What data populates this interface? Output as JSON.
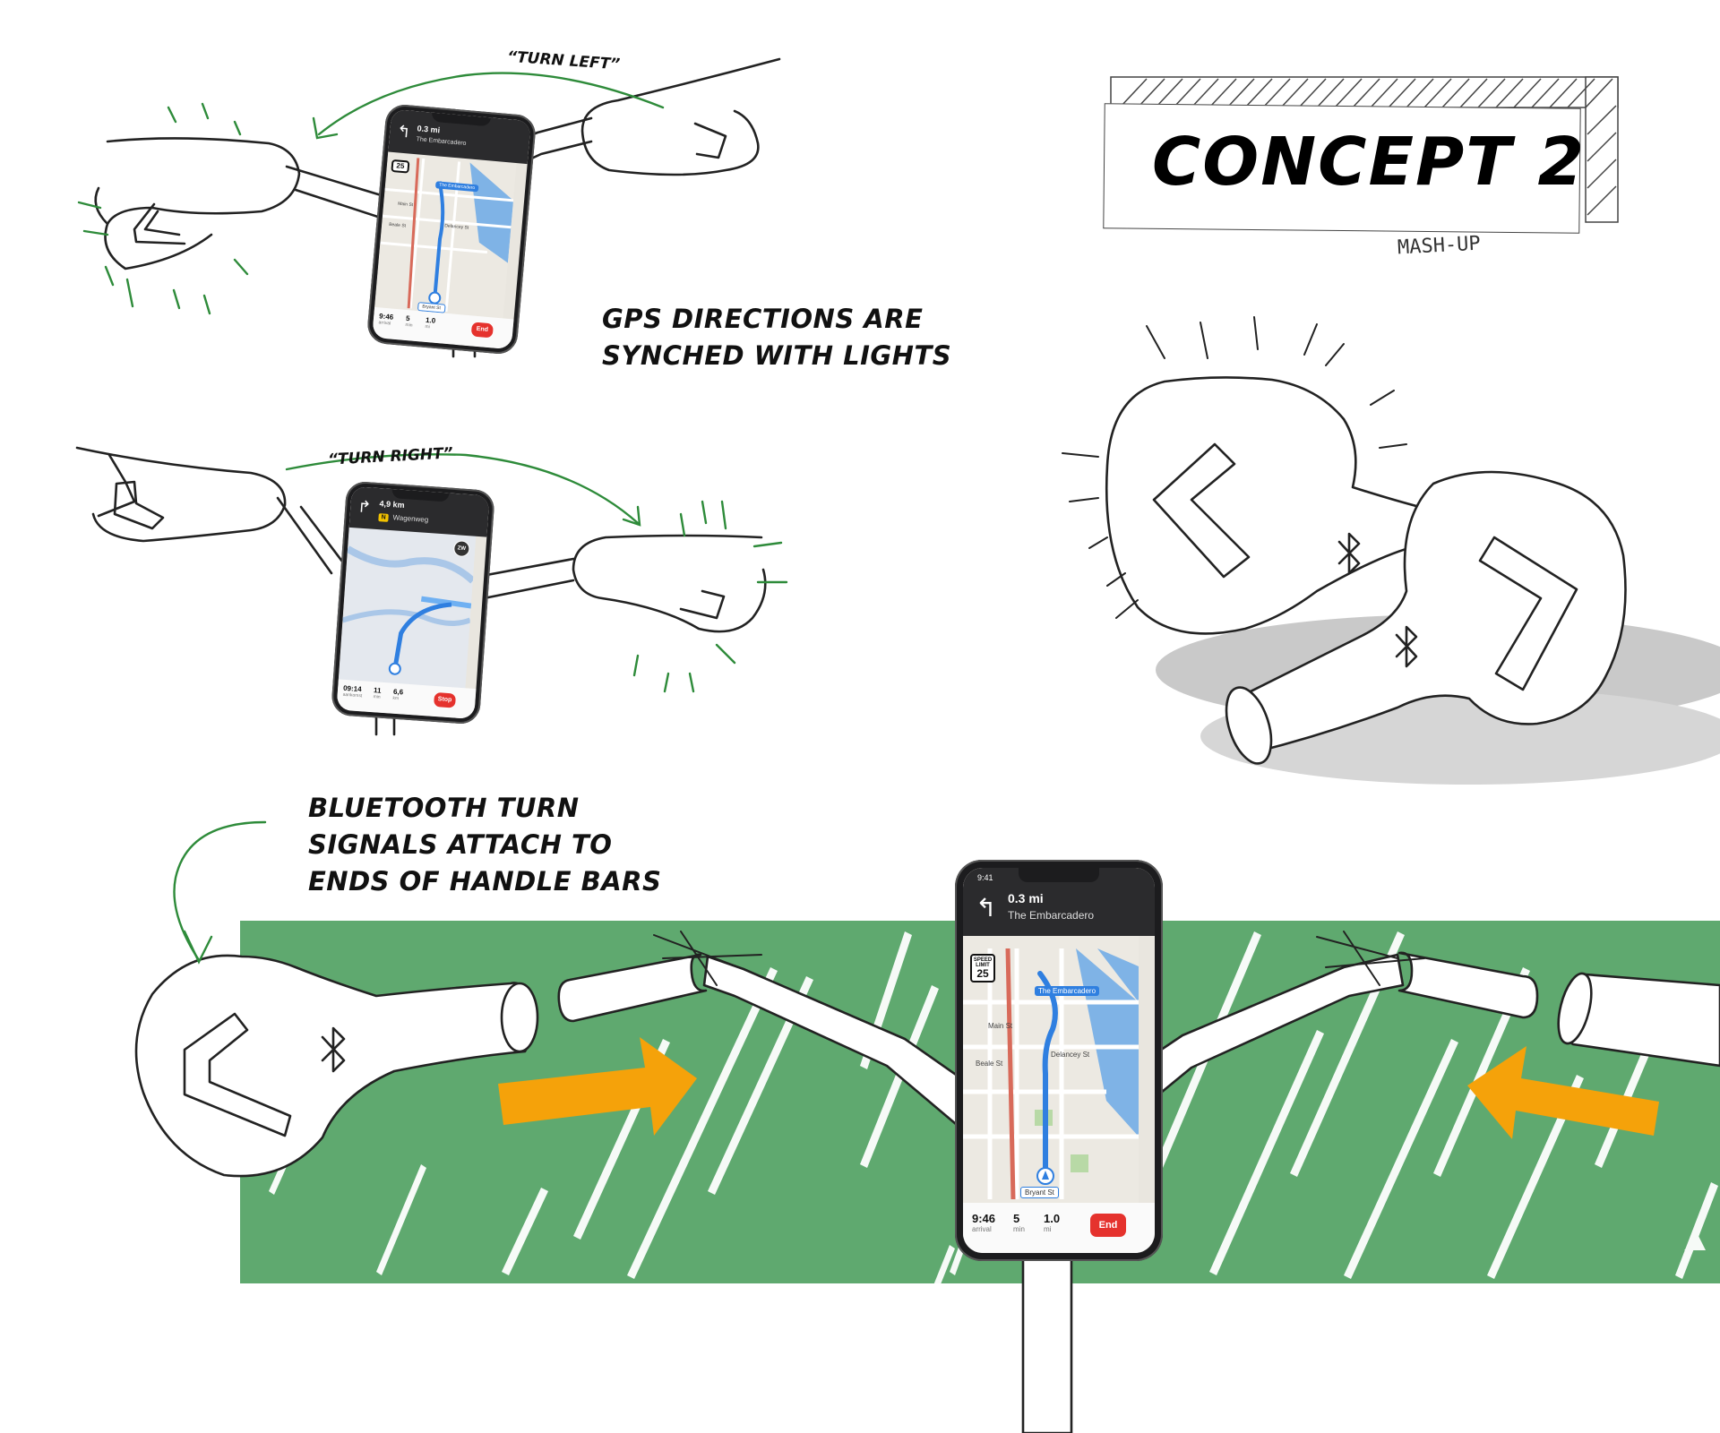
{
  "title": {
    "concept": "CONCEPT 2",
    "subtitle": "MASH-UP"
  },
  "captions": {
    "gps_sync": "GPS DIRECTIONS ARE\nSYNCHED WITH LIGHTS",
    "bluetooth": "BLUETOOTH TURN\nSIGNALS ATTACH TO\nENDS OF HANDLE BARS"
  },
  "quotes": {
    "turn_left": "“TURN LEFT”",
    "turn_right": "“TURN RIGHT”"
  },
  "icons": {
    "turn_signal": "chevron-arrow-icon",
    "bluetooth": "bluetooth-icon",
    "direction": "orange-arrow-icon"
  },
  "colors": {
    "background_band": "#5fa96f",
    "signal_arrow": "#f5a20a",
    "sketch_green": "#2e8b3a",
    "end_button": "#e5322d",
    "route_blue": "#2f7fe0"
  },
  "phones": {
    "main": {
      "status_time": "9:41",
      "distance": "0.3 mi",
      "street": "The Embarcadero",
      "speed_limit_text": "SPEED LIMIT",
      "speed_limit": "25",
      "map_labels": [
        "The Embarcadero",
        "Main St",
        "Beale St",
        "Delancey St",
        "Bryant St"
      ],
      "arrival_value": "9:46",
      "arrival_unit": "arrival",
      "minutes_value": "5",
      "minutes_unit": "min",
      "miles_value": "1.0",
      "miles_unit": "mi",
      "end_label": "End"
    },
    "top_left": {
      "distance": "0.3 mi",
      "street": "The Embarcadero",
      "speed_limit": "25",
      "map_labels": [
        "The Embarcadero",
        "Main St",
        "Beale St",
        "Delancey St",
        "Bryant St"
      ],
      "arrival_value": "9:46",
      "arrival_unit": "arrival",
      "minutes_value": "5",
      "minutes_unit": "min",
      "miles_value": "1.0",
      "miles_unit": "mi",
      "end_label": "End"
    },
    "middle_left": {
      "distance": "4,9 km",
      "street": "Wagenweg",
      "lane_badge": "N",
      "dir_badge": "ZW",
      "arrival_value": "09:14",
      "arrival_unit": "aankomst",
      "minutes_value": "11",
      "minutes_unit": "min",
      "km_value": "6,6",
      "km_unit": "km",
      "stop_label": "Stop"
    }
  }
}
